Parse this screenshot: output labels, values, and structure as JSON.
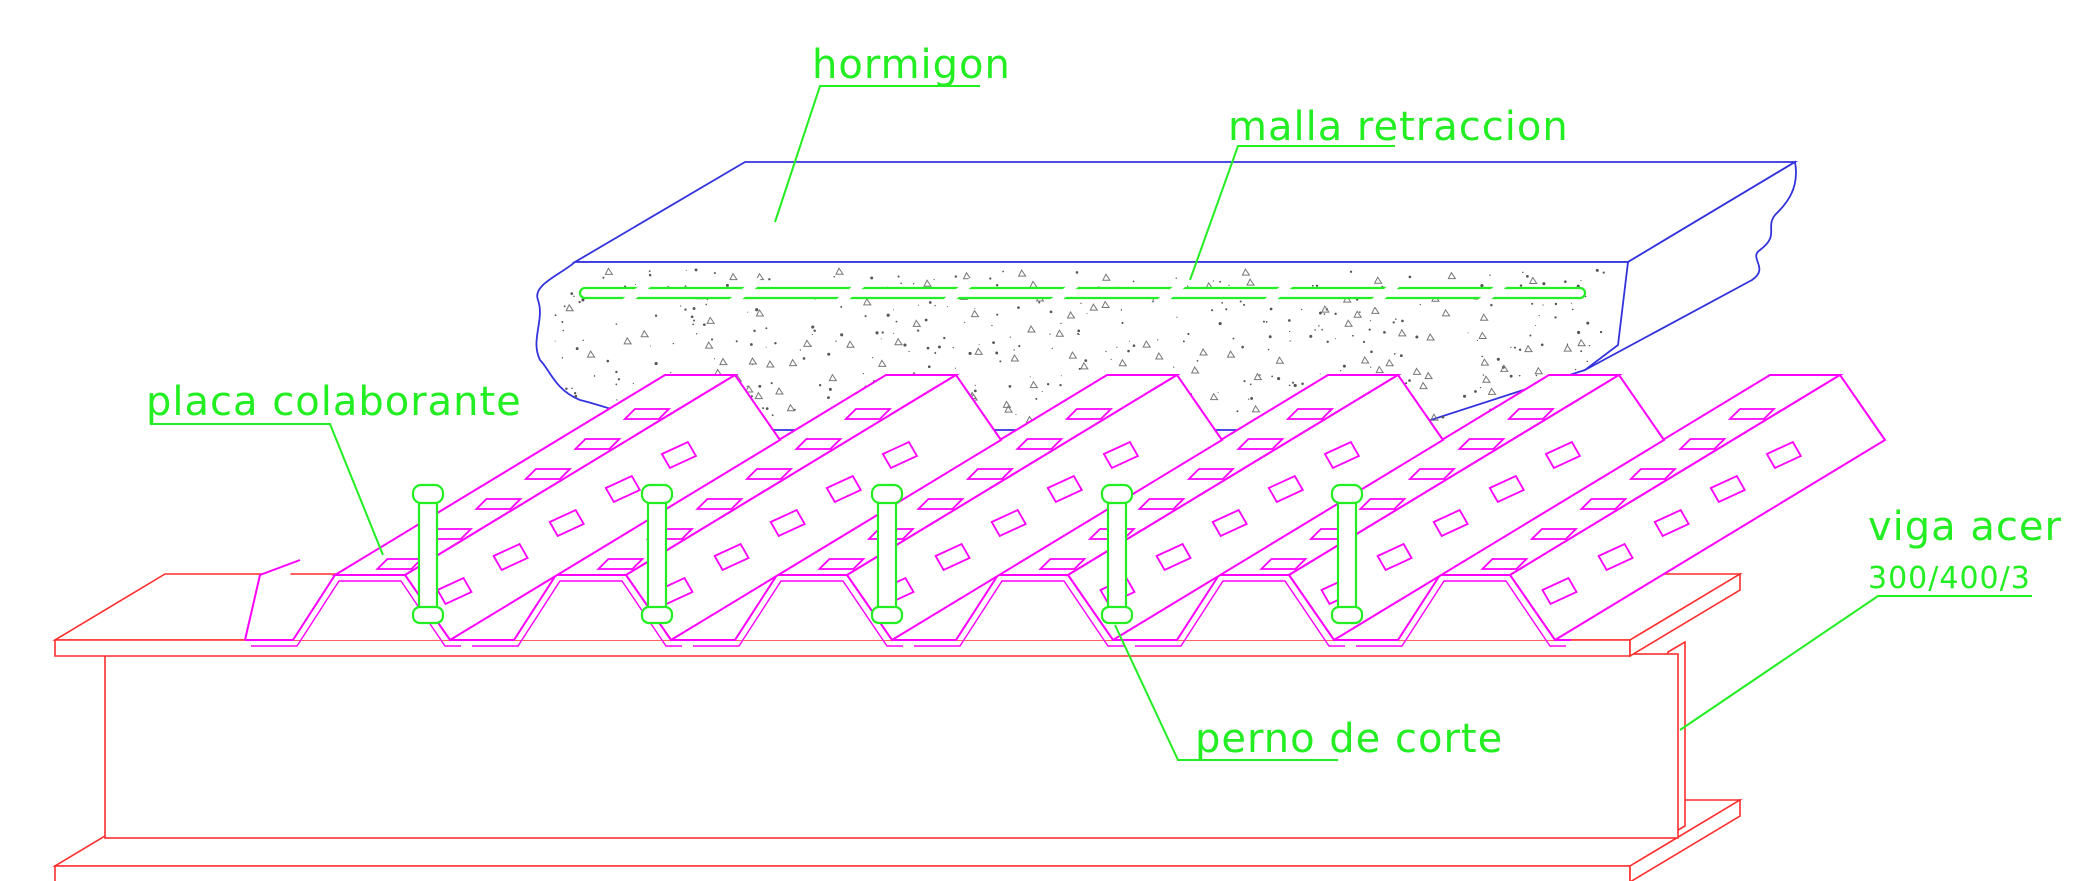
{
  "labels": {
    "hormigon": "hormigon",
    "malla": "malla retraccion",
    "placa": "placa colaborante",
    "perno": "perno de corte",
    "viga": "viga acer",
    "viga_size": "300/400/3"
  },
  "colors": {
    "label": "#22ee22",
    "beam": "#ff2d2d",
    "slab_outline": "#3333dd",
    "deck": "#ff00ff",
    "background": "#ffffff"
  }
}
